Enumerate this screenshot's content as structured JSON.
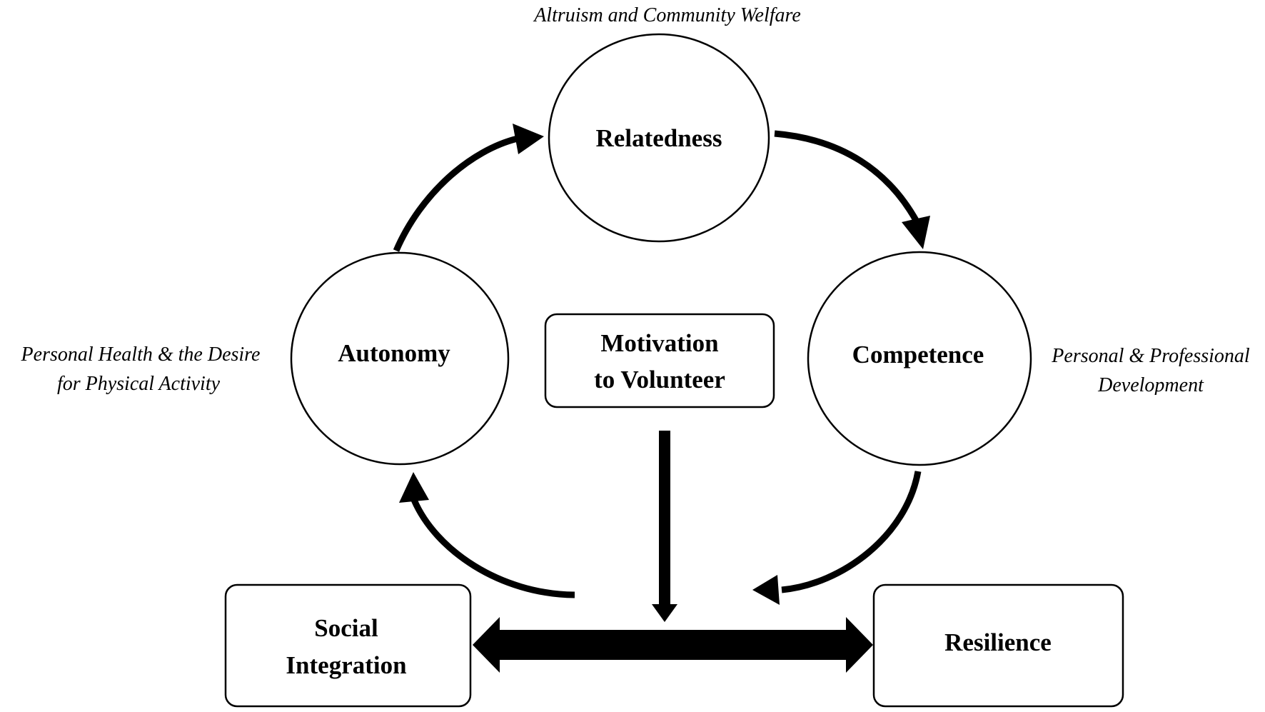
{
  "diagram": {
    "nodes": {
      "relatedness": "Relatedness",
      "autonomy": "Autonomy",
      "competence": "Competence",
      "motivation_line1": "Motivation",
      "motivation_line2": "to Volunteer",
      "social_line1": "Social",
      "social_line2": "Integration",
      "resilience": "Resilience"
    },
    "annotations": {
      "top": "Altruism and Community Welfare",
      "left_line1": "Personal Health & the Desire",
      "left_line2": "for Physical Activity",
      "right_line1": "Personal & Professional",
      "right_line2": "Development"
    },
    "colors": {
      "stroke": "#000000",
      "fill": "#ffffff"
    }
  }
}
